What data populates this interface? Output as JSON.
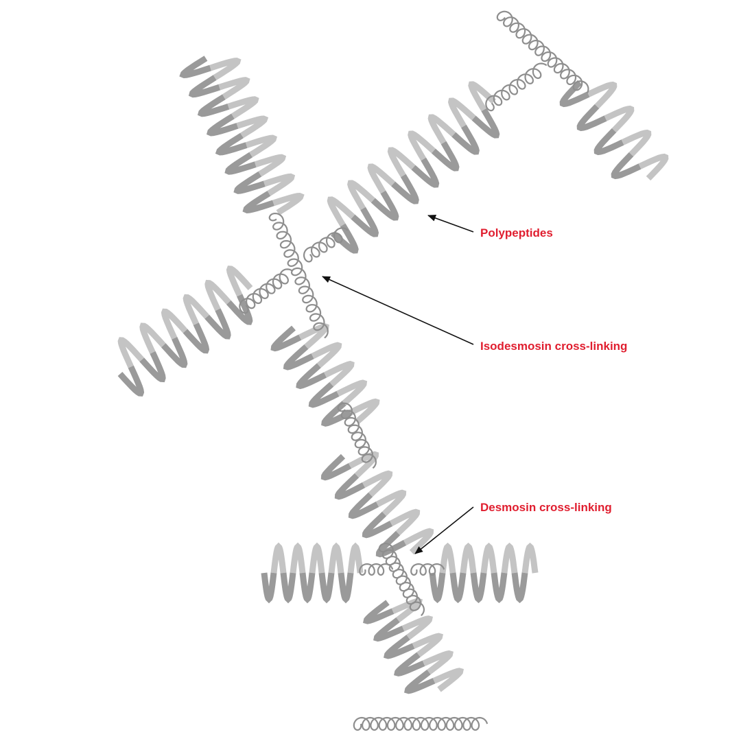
{
  "diagram": {
    "colors": {
      "background": "#ffffff",
      "helix_dark": "#9a9a9a",
      "helix_light": "#c4c4c4",
      "linker": "#8e8e8e",
      "label": "#e01e2f",
      "arrow": "#111111"
    },
    "labels": {
      "polypeptides": "Polypeptides",
      "isodesmosin": "Isodesmosin cross-linking",
      "desmosin": "Desmosin cross-linking"
    },
    "icons": {
      "arrowhead": "arrowhead-icon"
    }
  }
}
